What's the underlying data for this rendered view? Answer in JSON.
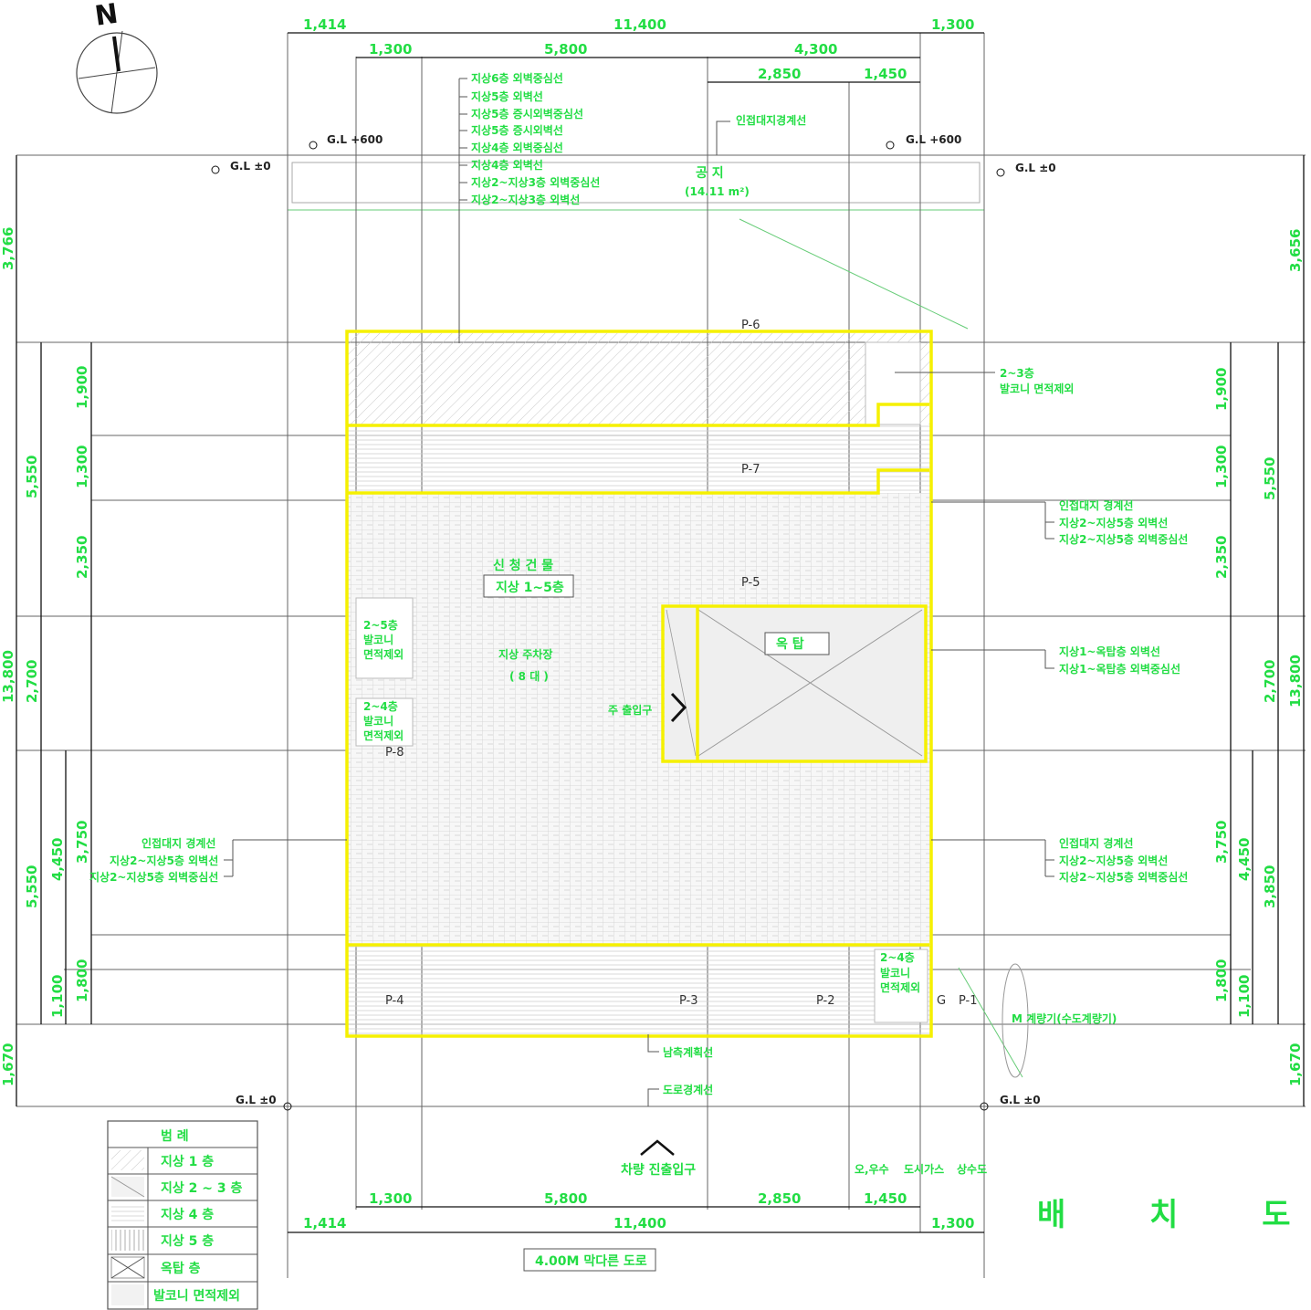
{
  "title": "배 치 도",
  "north_label": "N",
  "dimensions": {
    "top_outer": [
      "1,414",
      "11,400",
      "1,300"
    ],
    "top_mid": [
      "1,300",
      "5,800",
      "4,300"
    ],
    "top_inner": [
      "2,850",
      "1,450"
    ],
    "bottom_mid": [
      "1,300",
      "5,800",
      "2,850",
      "1,450"
    ],
    "bottom_outer": [
      "1,414",
      "11,400",
      "1,300"
    ],
    "left_outer_total": "13,800",
    "left_outer": [
      "3,766",
      "5,550",
      "2,700",
      "5,550",
      "1,670"
    ],
    "left_inner": [
      "1,900",
      "1,300",
      "2,350",
      "4,450",
      "1,100"
    ],
    "left_innermost": [
      "3,750",
      "1,800"
    ],
    "right_outer_total": "13,800",
    "right_outer": [
      "3,656",
      "5,550",
      "2,700",
      "3,850",
      "1,670"
    ],
    "right_inner": [
      "1,900",
      "1,300",
      "2,350",
      "3,750",
      "1,800"
    ],
    "right_innermost": [
      "4,450",
      "1,100"
    ]
  },
  "ground_levels": {
    "gl_600_left": "G.L +600",
    "gl_600_right": "G.L +600",
    "gl_0_top_left": "G.L ±0",
    "gl_0_top_right": "G.L ±0",
    "gl_0_bottom_left": "G.L ±0",
    "gl_0_bottom_right": "G.L ±0"
  },
  "top_notes": [
    "지상6층 외벽중심선",
    "지상5층 외벽선",
    "지상5층 증시외벽중심선",
    "지상5층 증시외벽선",
    "지상4층 외벽중심선",
    "지상4층 외벽선",
    "지상2~지상3층 외벽중심선",
    "지상2~지상3층 외벽선"
  ],
  "boundary_note": "인접대지경계선",
  "open_space": {
    "label": "공 지",
    "area": "(14.11 m²)"
  },
  "building": {
    "name": "신 청 건 물",
    "floors": "지상 1~5층",
    "core": "지상 주차장",
    "core_sub": "( 8 대 )",
    "roof": "옥 탑",
    "entrance": "주 출입구"
  },
  "balcony_notes": {
    "b1": [
      "2~3층",
      "발코니 면적제외"
    ],
    "b2": [
      "2~5층",
      "발코니",
      "면적제외"
    ],
    "b3": [
      "2~4층",
      "발코니",
      "면적제외"
    ],
    "b4": [
      "2~4층",
      "발코니",
      "면적제외"
    ]
  },
  "right_notes_a": [
    "인접대지 경계선",
    "지상2~지상5층 외벽선",
    "지상2~지상5층 외벽중심선"
  ],
  "right_notes_b": [
    "지상1~옥탑층 외벽선",
    "지상1~옥탑층 외벽중심선"
  ],
  "right_notes_c": [
    "인접대지 경계선",
    "지상2~지상5층 외벽선",
    "지상2~지상5층 외벽중심선"
  ],
  "left_notes": [
    "인접대지 경계선",
    "지상2~지상5층 외벽선",
    "지상2~지상5층 외벽중심선"
  ],
  "bottom_notes": [
    "남측계획선",
    "도로경계선"
  ],
  "entrance_label": "차량 진출입구",
  "utilities": [
    "오,우수",
    "도시가스",
    "상수도"
  ],
  "meter_note": "M 계량기(수도계량기)",
  "road_label": "4.00M 막다른 도로",
  "marks": [
    "P-6",
    "P-7",
    "P-5",
    "P-8",
    "P-4",
    "P-3",
    "P-2",
    "P-1",
    "G"
  ],
  "legend": {
    "title": "범 례",
    "items": [
      "지상  1  층",
      "지상 2 ~ 3 층",
      "지상  4  층",
      "지상  5  층",
      "옥탑    층",
      "발코니 면적제외"
    ]
  }
}
